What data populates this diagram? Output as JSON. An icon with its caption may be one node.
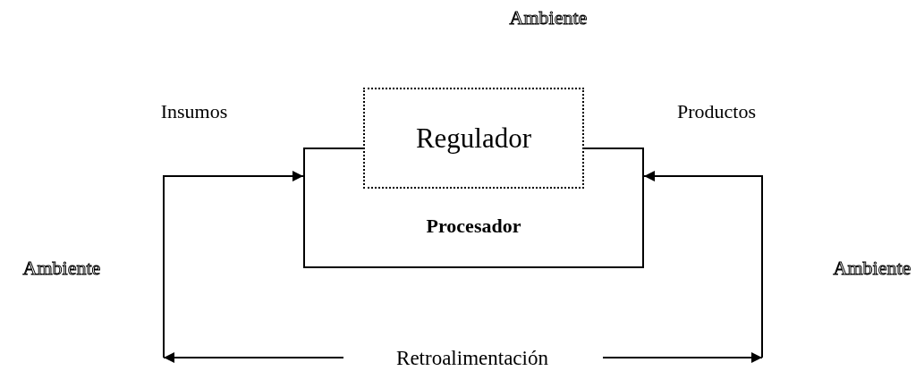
{
  "diagram": {
    "nodes": [
      {
        "text": [
          "Procesador"
        ]
      },
      {
        "text": [
          "Regulador"
        ]
      },
      {
        "text": [
          "Retroalimentación"
        ]
      }
    ],
    "edges": [
      {
        "from": null,
        "to": 0,
        "arrow": "to"
      },
      {
        "from": null,
        "to": 0,
        "arrow": "to"
      },
      {
        "from": 2,
        "to": null,
        "arrow": "to"
      },
      {
        "from": 2,
        "to": null,
        "arrow": "to"
      }
    ],
    "labels": [
      "Ambiente",
      "Insumos",
      "Productos",
      "Ambiente",
      "Ambiente"
    ]
  }
}
